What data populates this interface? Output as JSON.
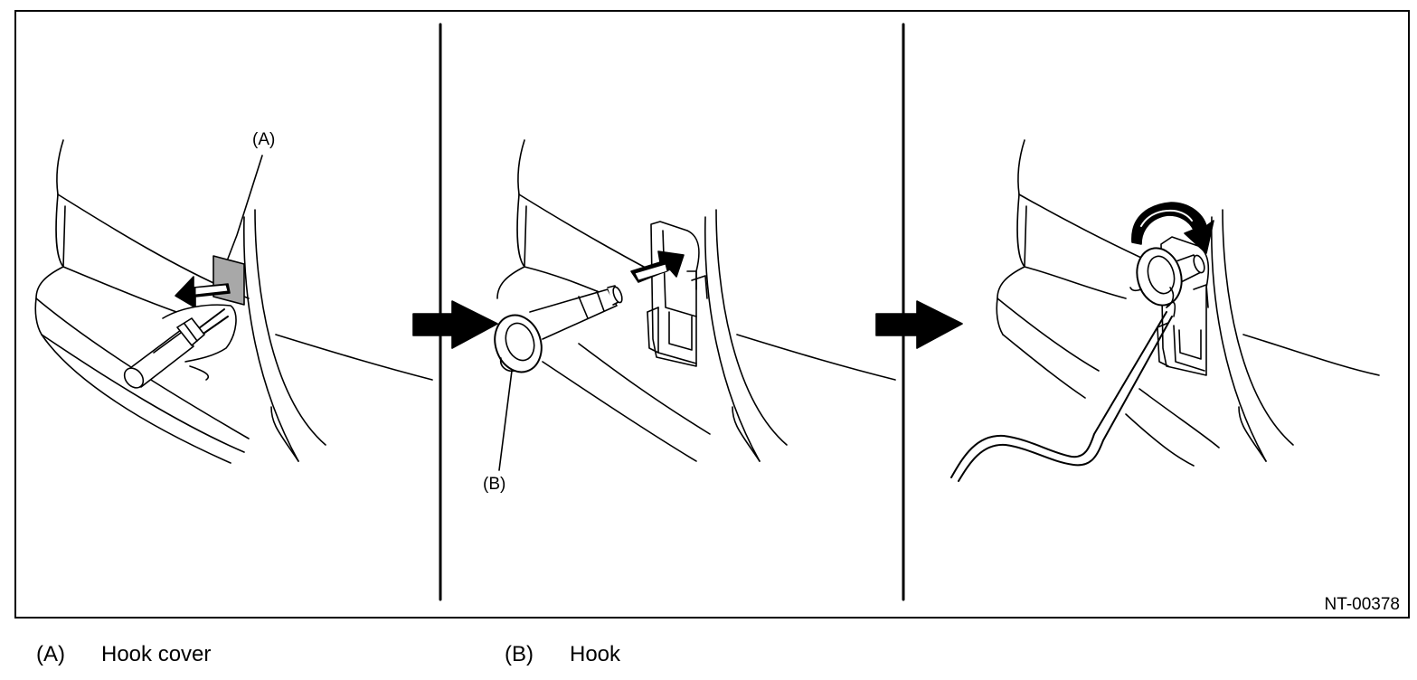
{
  "figure": {
    "callout_a": "(A)",
    "callout_b": "(B)",
    "figure_code": "NT-00378"
  },
  "legend": [
    {
      "key": "(A)",
      "text": "Hook cover"
    },
    {
      "key": "(B)",
      "text": "Hook"
    }
  ],
  "colors": {
    "line": "#000000",
    "cover_fill": "#a8a8a8",
    "background": "#ffffff"
  }
}
